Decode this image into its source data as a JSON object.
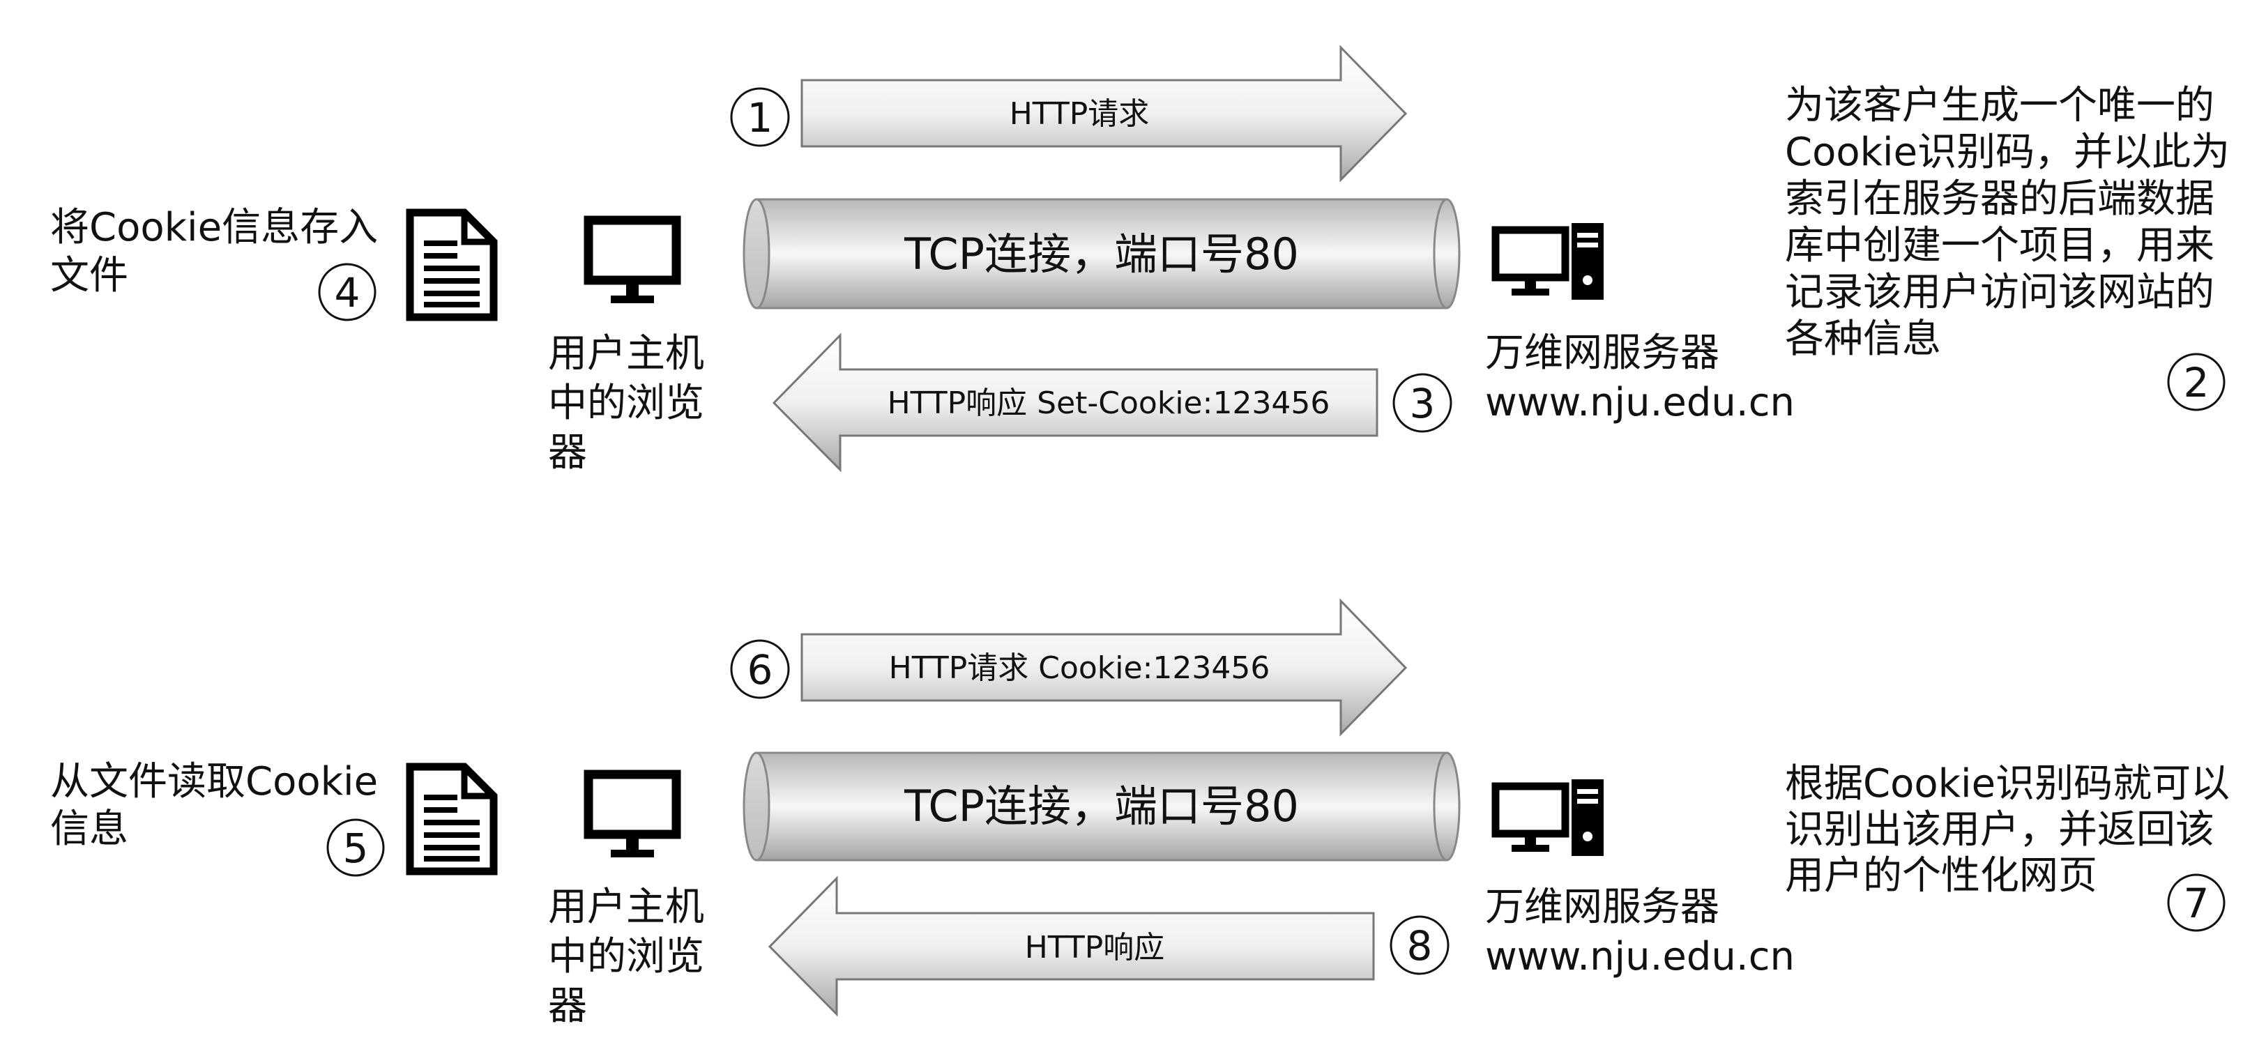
{
  "panels": [
    {
      "left_note": [
        "将Cookie信息存入",
        "文件"
      ],
      "left_step": "4",
      "client_label": [
        "用户主机",
        "中的浏览",
        "器"
      ],
      "request": {
        "step": "1",
        "label": "HTTP请求"
      },
      "tcp": "TCP连接，端口号80",
      "response": {
        "step": "3",
        "label": "HTTP响应 Set-Cookie:123456"
      },
      "server_label": [
        "万维网服务器",
        "www.nju.edu.cn"
      ],
      "right_note": [
        "为该客户生成一个唯一的",
        "Cookie识别码，并以此为",
        "索引在服务器的后端数据",
        "库中创建一个项目，用来",
        "记录该用户访问该网站的",
        "各种信息"
      ],
      "right_step": "2"
    },
    {
      "left_note": [
        "从文件读取Cookie",
        "信息"
      ],
      "left_step": "5",
      "client_label": [
        "用户主机",
        "中的浏览",
        "器"
      ],
      "request": {
        "step": "6",
        "label": "HTTP请求 Cookie:123456"
      },
      "tcp": "TCP连接，端口号80",
      "response": {
        "step": "8",
        "label": "HTTP响应"
      },
      "server_label": [
        "万维网服务器",
        "www.nju.edu.cn"
      ],
      "right_note": [
        "根据Cookie识别码就可以",
        "识别出该用户，并返回该",
        "用户的个性化网页"
      ],
      "right_step": "7"
    }
  ],
  "icons": {
    "file": "document-icon",
    "client": "monitor-icon",
    "server": "desktop-server-icon"
  }
}
